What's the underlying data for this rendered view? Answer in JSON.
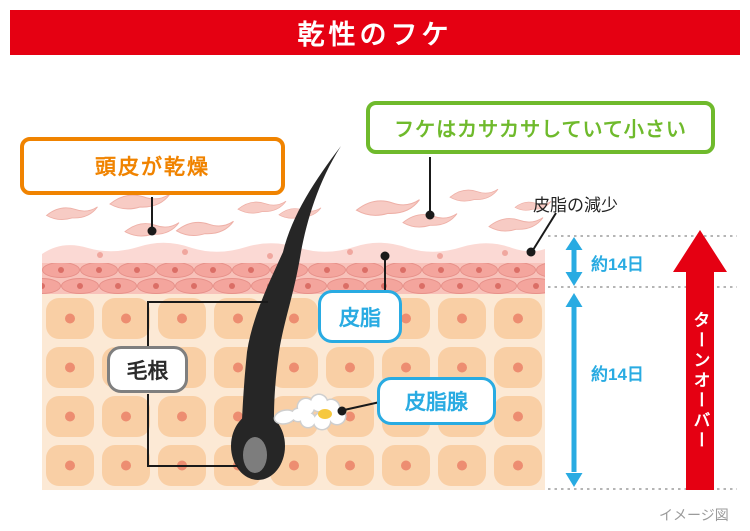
{
  "title": "乾性のフケ",
  "callouts": {
    "dry_scalp": "頭皮が乾燥",
    "flake_note": "フケはカサカサしていて小さい",
    "sebum_decrease": "皮脂の減少"
  },
  "part_labels": {
    "sebum": "皮脂",
    "hair_root": "毛根",
    "sebaceous_gland": "皮脂腺"
  },
  "timeline": {
    "upper_duration": "約14日",
    "lower_duration": "約14日",
    "turnover_label": "ターンオーバー"
  },
  "caption": "イメージ図",
  "colors": {
    "banner_red": "#e50012",
    "accent_orange": "#f08300",
    "accent_green": "#6fba2c",
    "accent_blue": "#29abe2",
    "turnover_arrow_red": "#e50012",
    "hair_black": "#262626"
  }
}
